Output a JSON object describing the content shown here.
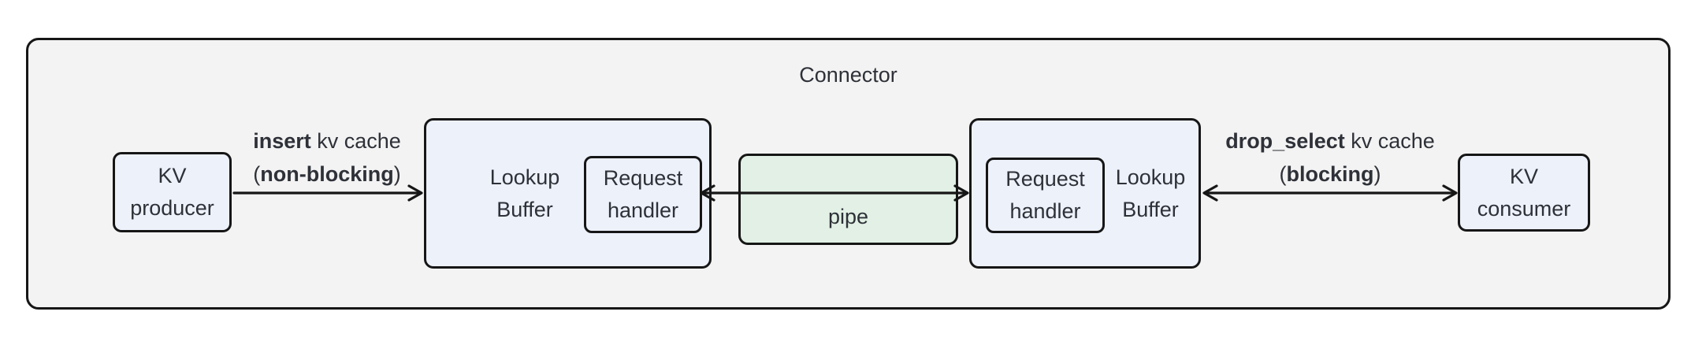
{
  "title": "Connector",
  "nodes": {
    "producer": {
      "line1": "KV",
      "line2": "producer"
    },
    "lookup_left": {
      "line1": "Lookup",
      "line2": "Buffer"
    },
    "handler_left": {
      "line1": "Request",
      "line2": "handler"
    },
    "pipe": {
      "label": "pipe"
    },
    "handler_right": {
      "line1": "Request",
      "line2": "handler"
    },
    "lookup_right": {
      "line1": "Lookup",
      "line2": "Buffer"
    },
    "consumer": {
      "line1": "KV",
      "line2": "consumer"
    }
  },
  "edges": {
    "insert": {
      "keyword": "insert",
      "suffix": " kv cache",
      "open_paren": "(",
      "mode": "non-blocking",
      "close_paren": ")"
    },
    "drop_select": {
      "keyword": "drop_select",
      "suffix": " kv cache",
      "open_paren": "(",
      "mode": "blocking",
      "close_paren": ")"
    }
  },
  "colors": {
    "node_fill": "#edf1fa",
    "pipe_fill": "#e2f0e5",
    "frame_fill": "#f3f3f3",
    "stroke": "#161616",
    "text": "#2e3138",
    "page_background": "#ffffff"
  }
}
